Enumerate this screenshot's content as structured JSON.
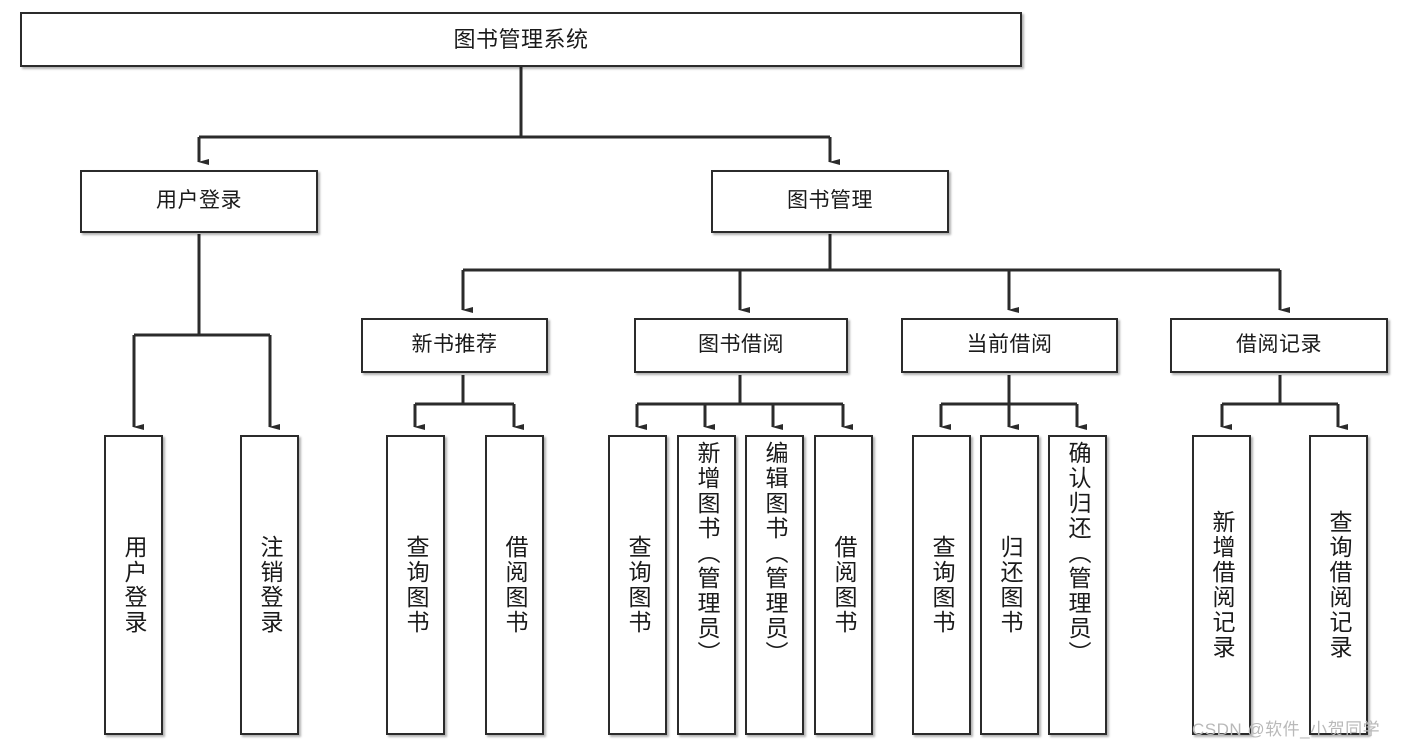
{
  "diagram": {
    "title_node": {
      "label": "图书管理系统"
    },
    "level2": [
      {
        "label": "用户登录"
      },
      {
        "label": "图书管理"
      }
    ],
    "level3": [
      {
        "label": "新书推荐"
      },
      {
        "label": "图书借阅"
      },
      {
        "label": "当前借阅"
      },
      {
        "label": "借阅记录"
      }
    ],
    "leaves": [
      {
        "label": "用户登录"
      },
      {
        "label": "注销登录"
      },
      {
        "label": "查询图书"
      },
      {
        "label": "借阅图书"
      },
      {
        "label": "查询图书"
      },
      {
        "label": "新增图书（管理员）"
      },
      {
        "label": "编辑图书（管理员）"
      },
      {
        "label": "借阅图书"
      },
      {
        "label": "查询图书"
      },
      {
        "label": "归还图书"
      },
      {
        "label": "确认归还（管理员）"
      },
      {
        "label": "新增借阅记录"
      },
      {
        "label": "查询借阅记录"
      }
    ]
  },
  "watermark": {
    "text": "CSDN @软件_小贺同学"
  },
  "colors": {
    "border": "#2b2b2b",
    "text": "#1a1a1a",
    "background": "#ffffff",
    "edge": "#2b2b2b",
    "watermark": "#b9b9b9"
  }
}
